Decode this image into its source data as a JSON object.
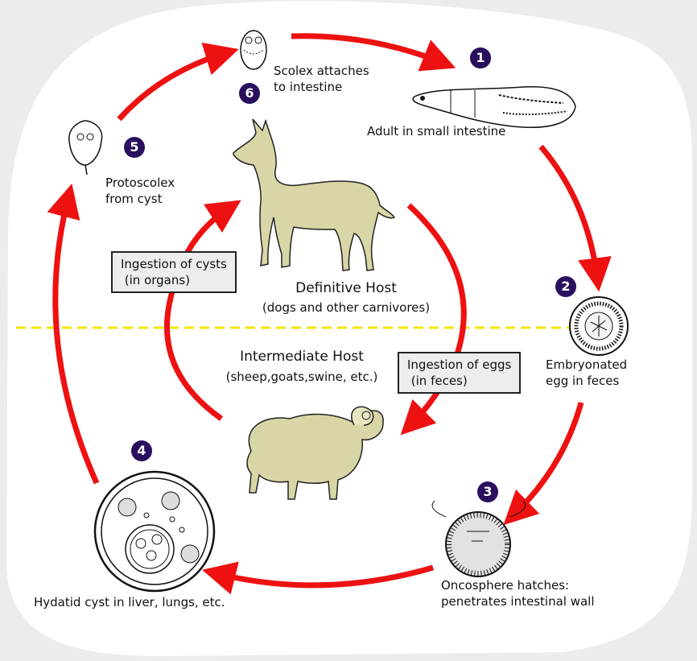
{
  "steps": [
    {
      "number": "1",
      "label": "Adult in small intestine"
    },
    {
      "number": "2",
      "label": "Embryonated\negg in feces"
    },
    {
      "number": "3",
      "label": "Oncosphere hatches:\npenetrates intestinal wall"
    },
    {
      "number": "4",
      "label": "Hydatid cyst in liver, lungs, etc."
    },
    {
      "number": "5",
      "label": "Protoscolex\nfrom cyst"
    },
    {
      "number": "6",
      "label": "Scolex attaches\nto intestine"
    }
  ],
  "hosts": {
    "definitive": {
      "title": "Definitive Host",
      "subtitle": "(dogs and other carnivores)"
    },
    "intermediate": {
      "title": "Intermediate Host",
      "subtitle": "(sheep,goats,swine, etc.)"
    }
  },
  "boxes": {
    "cysts": "Ingestion of cysts\n (in organs)",
    "eggs": "Ingestion of eggs\n (in feces)"
  },
  "colors": {
    "arrow": "#ee1111",
    "badge": "#2a0f5e",
    "divider": "#f2e600",
    "animal_fill": "#d8d6a6"
  }
}
